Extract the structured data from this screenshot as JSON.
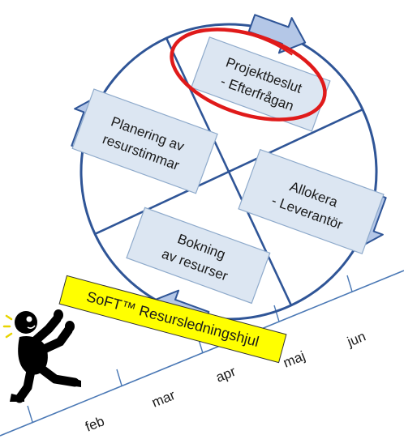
{
  "colors": {
    "circle": "#2f5597",
    "arrow_fill": "#b4c7e7",
    "arrow_stroke": "#2f5597",
    "box_fill": "#dce6f2",
    "highlight_ring": "#e01a1a",
    "banner": "#ffff00",
    "timeline": "#4a78b5"
  },
  "wheel": {
    "project_decision": {
      "line1": "Projektbeslut",
      "line2": "- Efterfrågan"
    },
    "planning": {
      "line1": "Planering av",
      "line2": "resurstimmar"
    },
    "allocate": {
      "line1": "Allokera",
      "line2": "- Leverantör"
    },
    "booking": {
      "line1": "Bokning",
      "line2": "av resurser"
    }
  },
  "banner": {
    "label": "SoFT™ Resursledningshjul"
  },
  "timeline": {
    "months": [
      "feb",
      "mar",
      "apr",
      "maj",
      "jun"
    ]
  },
  "figure": {
    "icon": "stick-figure-pushing-icon"
  }
}
